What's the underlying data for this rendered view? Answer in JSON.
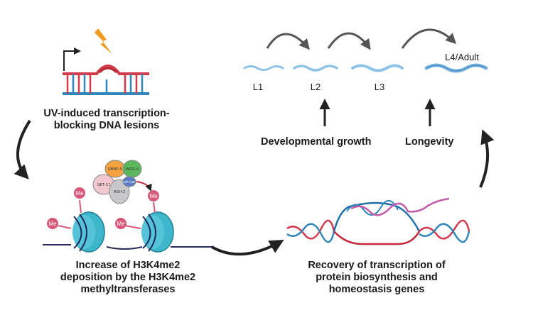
{
  "captions": {
    "uv_lesions": [
      "UV-induced transcription-",
      "blocking DNA lesions"
    ],
    "h3k4me2": [
      "Increase of H3K4me2",
      "deposition by the H3K4me2",
      "methyltransferases"
    ],
    "recovery": [
      "Recovery of transcription of",
      "protein biosynthesis and",
      "homeostasis genes"
    ]
  },
  "stages": [
    "L1",
    "L2",
    "L3",
    "L4/Adult"
  ],
  "outcomes": {
    "growth": "Developmental growth",
    "longevity": "Longevity"
  },
  "proteins": [
    "RBBP-5",
    "WDR-5",
    "SET-17",
    "ASH-2",
    "DPY-30"
  ],
  "mark_label": "Me",
  "colors": {
    "dna_red": "#d23a4a",
    "dna_blue": "#2f86b8",
    "histone": "#3eb6cc",
    "rna": "#c15aa8",
    "me_mark": "#d9587a",
    "lightning": "#f29a1e",
    "worm": "#8cc3e6",
    "arrow": "#222222"
  }
}
